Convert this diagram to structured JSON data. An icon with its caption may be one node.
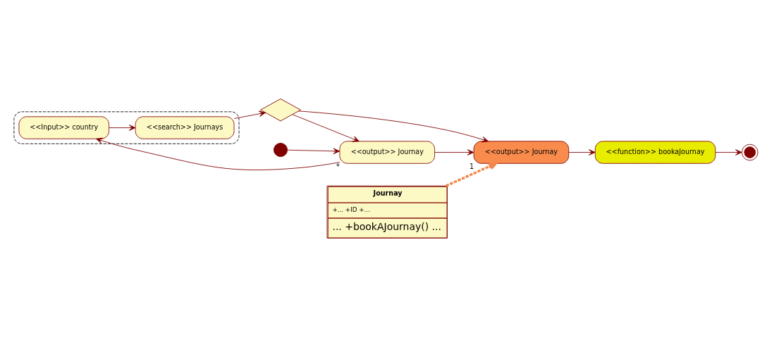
{
  "diagram": {
    "nodes": [
      {
        "text": [],
        "shape": "circle"
      },
      {
        "text": [
          "<<output>> Journay"
        ],
        "beside": [
          "*"
        ]
      },
      {
        "text": [
          "<<output>> Journay"
        ],
        "beside": [
          "1"
        ]
      },
      {
        "text": [
          "<<function>> bookaJournay"
        ]
      },
      {
        "text": [],
        "shape": "circle"
      },
      {
        "text": [],
        "shape": "box"
      },
      {
        "text": [
          "<<Input>> country"
        ],
        "in": 5
      },
      {
        "text": [
          "<<search>> Journays"
        ],
        "in": 5
      },
      {
        "text": [],
        "shape": "diamond"
      },
      {
        "text": [
          "Journay",
          "+... +ID +...",
          "... +bookAJournay() ..."
        ]
      }
    ],
    "edges": [
      {
        "from": 0,
        "to": 1,
        "arrow": "to"
      },
      {
        "from": 1,
        "to": 2,
        "arrow": "to"
      },
      {
        "from": 2,
        "to": 3,
        "arrow": "to"
      },
      {
        "from": 3,
        "to": 4,
        "arrow": "to"
      },
      {
        "from": 1,
        "to": 6,
        "arrow": "to"
      },
      {
        "from": 6,
        "to": 7,
        "arrow": "to"
      },
      {
        "from": 7,
        "to": 8,
        "arrow": "to"
      },
      {
        "from": 8,
        "to": 2,
        "arrow": "to"
      },
      {
        "from": 8,
        "to": 1,
        "arrow": "to"
      },
      {
        "from": 9,
        "to": 2,
        "arrow": "to",
        "style": "dashed",
        "color": "#f4874b"
      }
    ]
  }
}
